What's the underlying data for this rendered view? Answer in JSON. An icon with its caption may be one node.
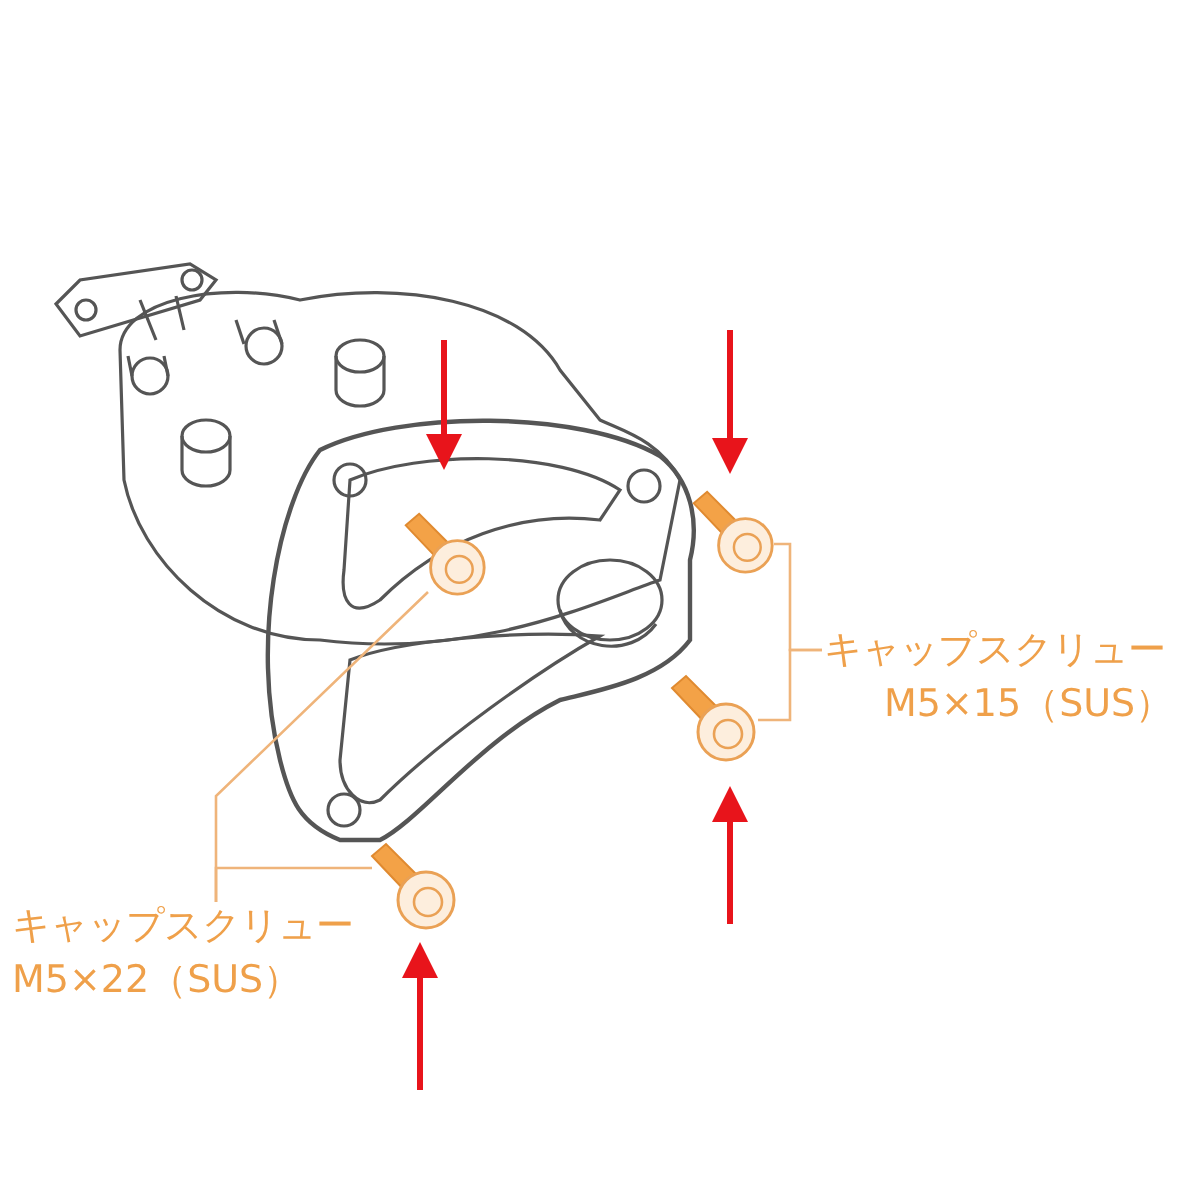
{
  "diagram": {
    "nodes": [
      {
        "text": [
          "キャップスクリュー",
          "M5×15（SUS）"
        ]
      },
      {
        "text": [],
        "shape": "picture"
      },
      {
        "text": [],
        "shape": "picture"
      },
      {
        "text": [
          "キャップスクリュー",
          "M5×22（SUS）"
        ]
      },
      {
        "text": [],
        "shape": "picture"
      },
      {
        "text": [],
        "shape": "picture"
      }
    ],
    "edges": [
      {
        "from": 0,
        "to": 1,
        "arrow": "none"
      },
      {
        "from": 0,
        "to": 2,
        "arrow": "none"
      },
      {
        "from": 3,
        "to": 4,
        "arrow": "none"
      },
      {
        "from": 3,
        "to": 5,
        "arrow": "none"
      }
    ]
  }
}
